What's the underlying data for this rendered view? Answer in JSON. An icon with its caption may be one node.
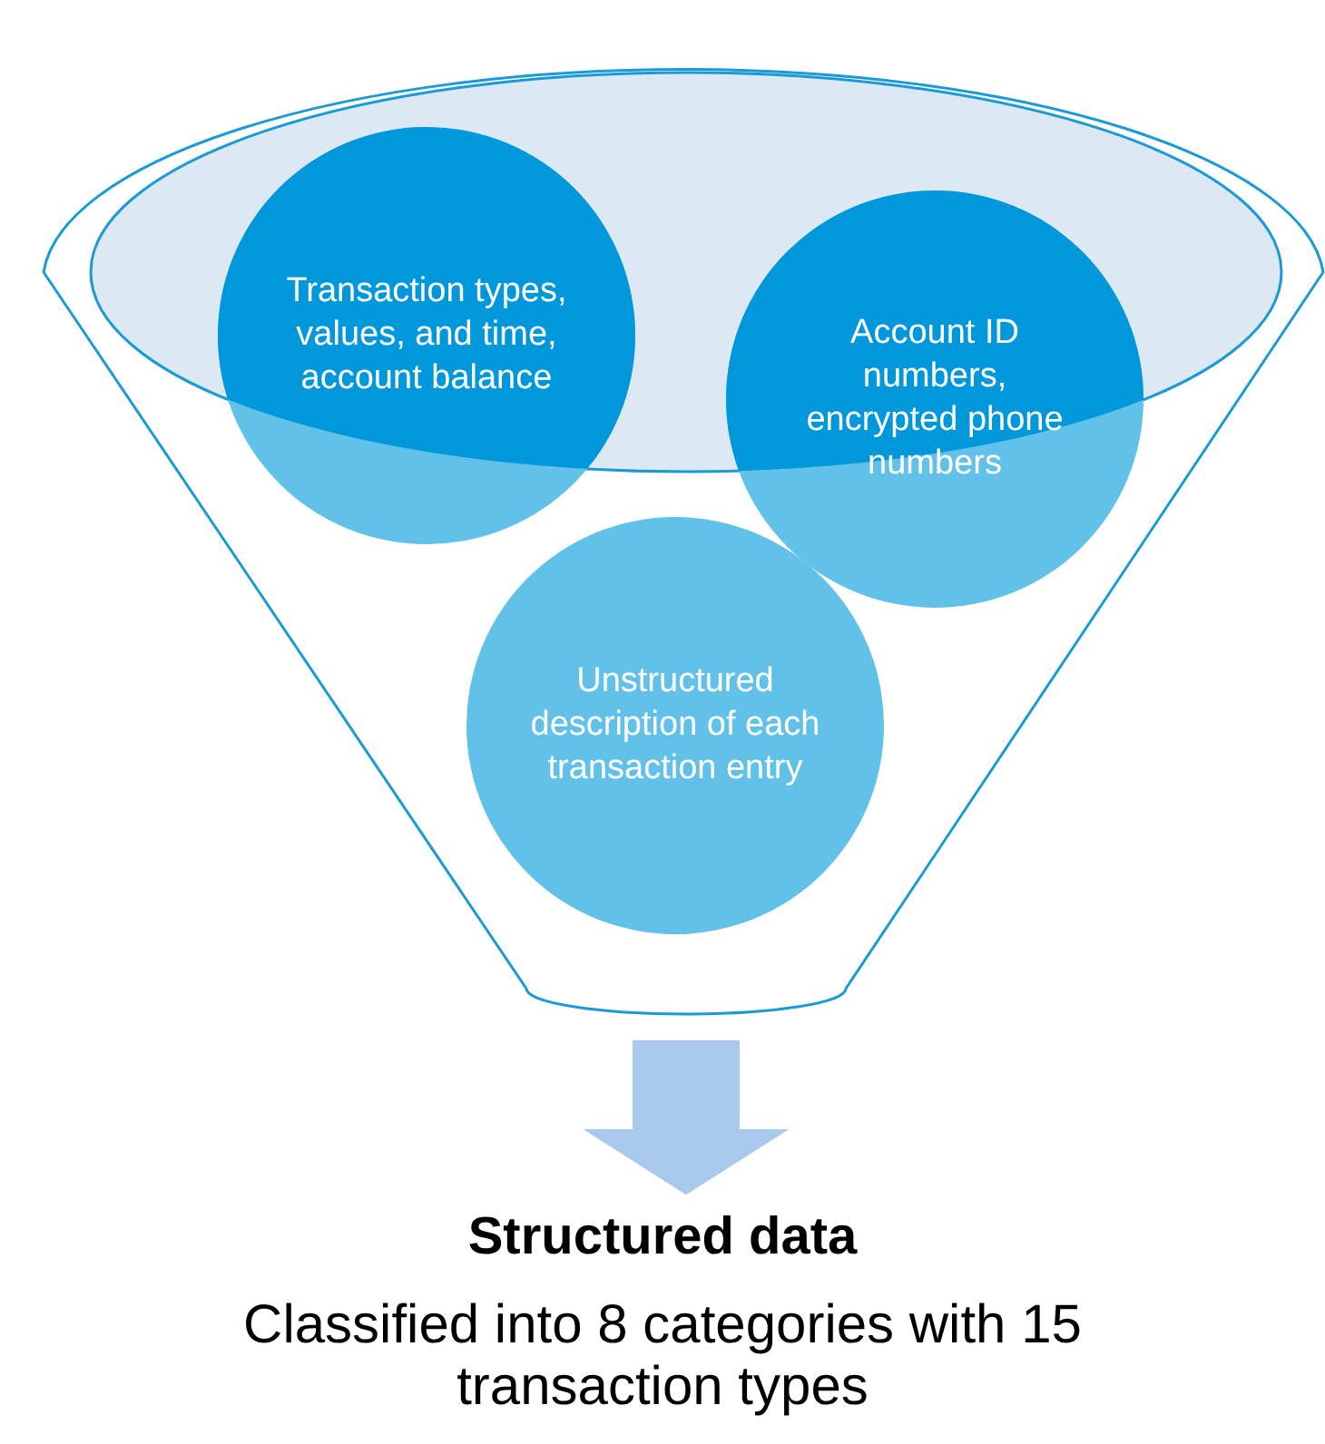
{
  "diagram": {
    "nodes": [
      {
        "text": [],
        "shape": "funnel"
      },
      {
        "text": [
          "Transaction types, values, and time, account balance"
        ],
        "in": 0
      },
      {
        "text": [
          "Account ID numbers, encrypted phone numbers"
        ],
        "in": 0
      },
      {
        "text": [
          "Unstructured description of each transaction entry"
        ],
        "in": 0
      },
      {
        "text": [
          "Structured data",
          "Classified into 8 categories with 15 transaction types"
        ]
      }
    ],
    "edges": [
      {
        "from": 0,
        "to": 4,
        "arrow": "to",
        "style": "thick"
      }
    ]
  }
}
